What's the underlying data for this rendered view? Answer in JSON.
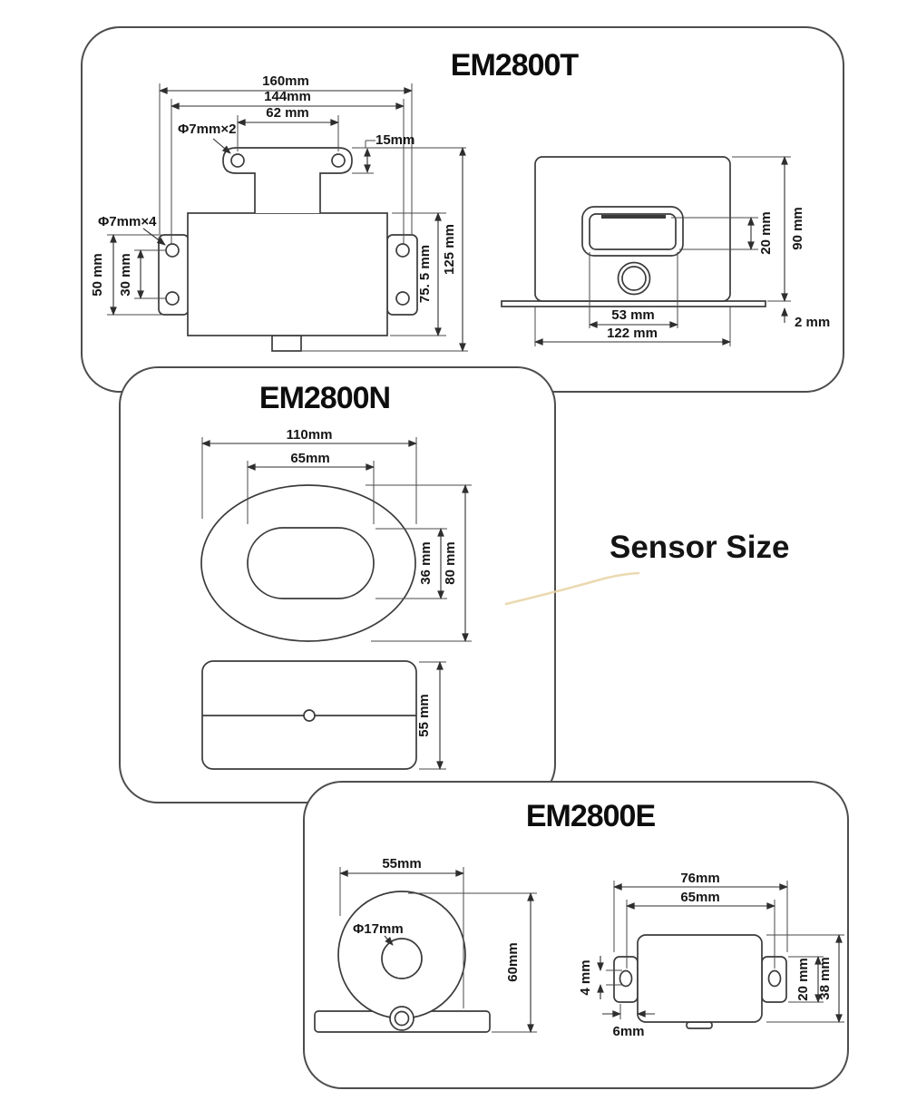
{
  "colors": {
    "line": "#3b3b3b",
    "panel_border": "#4d4d4d",
    "text": "#161616",
    "background": "#ffffff",
    "swirl_accent": "#e8d2a2"
  },
  "caption": {
    "text": "Sensor Size"
  },
  "em2800t": {
    "title": "EM2800T",
    "front": {
      "dim_160": "160mm",
      "dim_144": "144mm",
      "dim_62": "62 mm",
      "hole_note_top": "Φ7mm×2",
      "dim_15": "15mm",
      "hole_note_side": "Φ7mm×4",
      "dim_50": "50 mm",
      "dim_30": "30 mm",
      "dim_75_5": "75. 5 mm",
      "dim_125": "125 mm"
    },
    "side": {
      "dim_20": "20 mm",
      "dim_90": "90 mm",
      "dim_53": "53 mm",
      "dim_122": "122 mm",
      "dim_2": "2 mm"
    }
  },
  "em2800n": {
    "title": "EM2800N",
    "dims": {
      "dim_110": "110mm",
      "dim_65": "65mm",
      "dim_36": "36 mm",
      "dim_80": "80 mm",
      "dim_55": "55 mm"
    }
  },
  "em2800e": {
    "title": "EM2800E",
    "left": {
      "dim_55": "55mm",
      "hole_note": "Φ17mm",
      "dim_60": "60mm"
    },
    "right": {
      "dim_76": "76mm",
      "dim_65": "65mm",
      "dim_4": "4 mm",
      "dim_6": "6mm",
      "dim_20": "20 mm",
      "dim_38": "38 mm"
    }
  }
}
